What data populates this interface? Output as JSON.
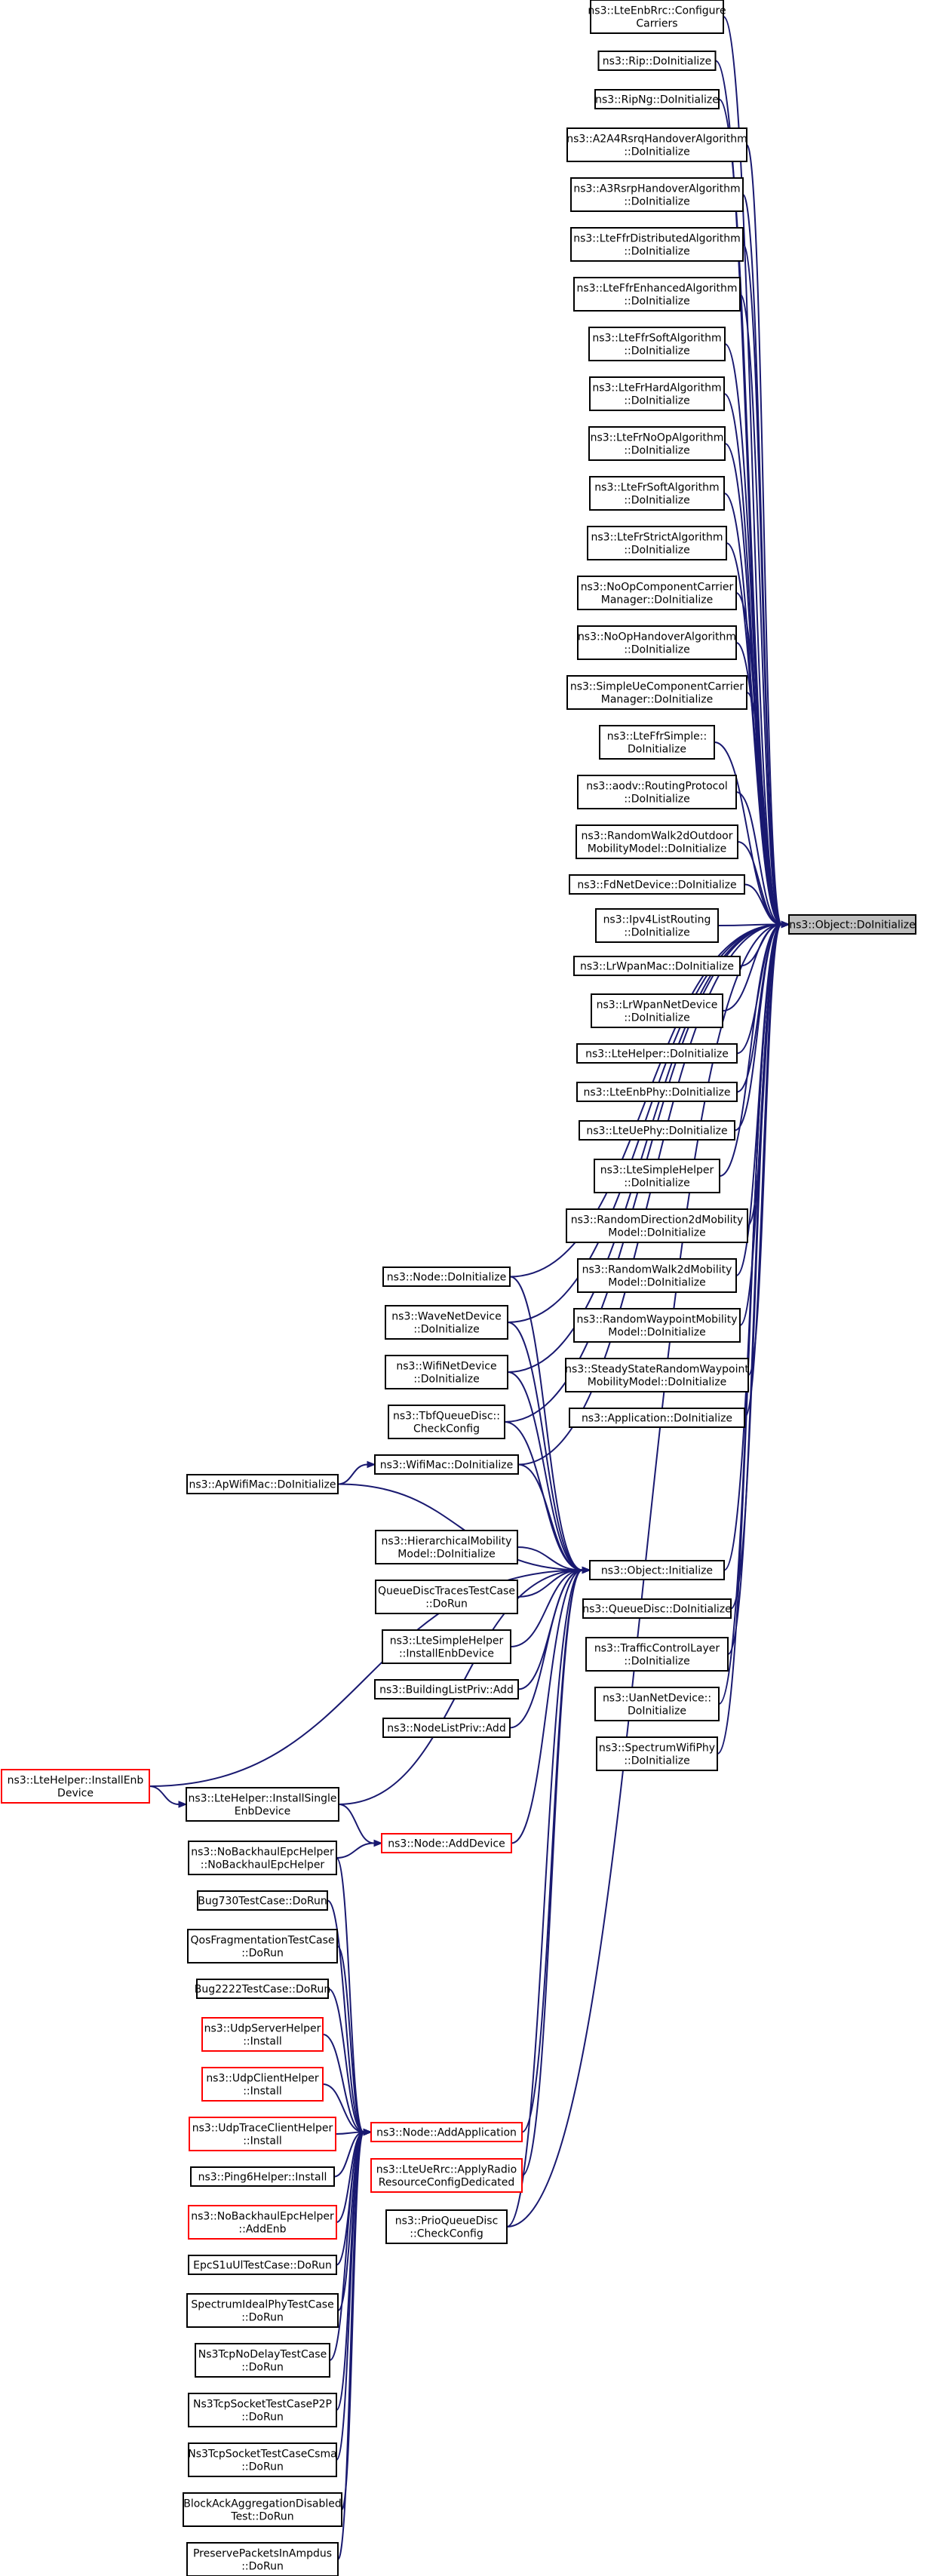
{
  "colors": {
    "edge": "#191970",
    "node_border": "#000000",
    "node_border_incomplete": "#ff0000",
    "node_fill": "#ffffff",
    "focus_fill": "#bfbfbf",
    "text": "#000000"
  },
  "nodes": [
    {
      "id": "n0",
      "lines": [
        "ns3::Object::DoInitialize"
      ],
      "style": "focus"
    },
    {
      "id": "n1",
      "lines": [
        "ns3::LteEnbRrc::Configure",
        "Carriers"
      ]
    },
    {
      "id": "n2",
      "lines": [
        "ns3::Rip::DoInitialize"
      ]
    },
    {
      "id": "n3",
      "lines": [
        "ns3::RipNg::DoInitialize"
      ]
    },
    {
      "id": "n4",
      "lines": [
        "ns3::A2A4RsrqHandoverAlgorithm",
        "::DoInitialize"
      ]
    },
    {
      "id": "n5",
      "lines": [
        "ns3::A3RsrpHandoverAlgorithm",
        "::DoInitialize"
      ]
    },
    {
      "id": "n6",
      "lines": [
        "ns3::LteFfrDistributedAlgorithm",
        "::DoInitialize"
      ]
    },
    {
      "id": "n7",
      "lines": [
        "ns3::LteFfrEnhancedAlgorithm",
        "::DoInitialize"
      ]
    },
    {
      "id": "n8",
      "lines": [
        "ns3::LteFfrSoftAlgorithm",
        "::DoInitialize"
      ]
    },
    {
      "id": "n9",
      "lines": [
        "ns3::LteFrHardAlgorithm",
        "::DoInitialize"
      ]
    },
    {
      "id": "n10",
      "lines": [
        "ns3::LteFrNoOpAlgorithm",
        "::DoInitialize"
      ]
    },
    {
      "id": "n11",
      "lines": [
        "ns3::LteFrSoftAlgorithm",
        "::DoInitialize"
      ]
    },
    {
      "id": "n12",
      "lines": [
        "ns3::LteFrStrictAlgorithm",
        "::DoInitialize"
      ]
    },
    {
      "id": "n13",
      "lines": [
        "ns3::NoOpComponentCarrier",
        "Manager::DoInitialize"
      ]
    },
    {
      "id": "n14",
      "lines": [
        "ns3::NoOpHandoverAlgorithm",
        "::DoInitialize"
      ]
    },
    {
      "id": "n15",
      "lines": [
        "ns3::SimpleUeComponentCarrier",
        "Manager::DoInitialize"
      ]
    },
    {
      "id": "n16",
      "lines": [
        "ns3::LteFfrSimple::",
        "DoInitialize"
      ]
    },
    {
      "id": "n17",
      "lines": [
        "ns3::aodv::RoutingProtocol",
        "::DoInitialize"
      ]
    },
    {
      "id": "n18",
      "lines": [
        "ns3::RandomWalk2dOutdoor",
        "MobilityModel::DoInitialize"
      ]
    },
    {
      "id": "n19",
      "lines": [
        "ns3::FdNetDevice::DoInitialize"
      ]
    },
    {
      "id": "n20",
      "lines": [
        "ns3::Ipv4ListRouting",
        "::DoInitialize"
      ]
    },
    {
      "id": "n21",
      "lines": [
        "ns3::LrWpanMac::DoInitialize"
      ]
    },
    {
      "id": "n22",
      "lines": [
        "ns3::LrWpanNetDevice",
        "::DoInitialize"
      ]
    },
    {
      "id": "n23",
      "lines": [
        "ns3::LteHelper::DoInitialize"
      ]
    },
    {
      "id": "n24",
      "lines": [
        "ns3::LteEnbPhy::DoInitialize"
      ]
    },
    {
      "id": "n25",
      "lines": [
        "ns3::LteUePhy::DoInitialize"
      ]
    },
    {
      "id": "n26",
      "lines": [
        "ns3::LteSimpleHelper",
        "::DoInitialize"
      ]
    },
    {
      "id": "n27",
      "lines": [
        "ns3::RandomDirection2dMobility",
        "Model::DoInitialize"
      ]
    },
    {
      "id": "n28",
      "lines": [
        "ns3::RandomWalk2dMobility",
        "Model::DoInitialize"
      ]
    },
    {
      "id": "n29",
      "lines": [
        "ns3::RandomWaypointMobility",
        "Model::DoInitialize"
      ]
    },
    {
      "id": "n30",
      "lines": [
        "ns3::SteadyStateRandomWaypoint",
        "MobilityModel::DoInitialize"
      ]
    },
    {
      "id": "n31",
      "lines": [
        "ns3::Application::DoInitialize"
      ]
    },
    {
      "id": "n32",
      "lines": [
        "ns3::Object::Initialize"
      ]
    },
    {
      "id": "n33",
      "lines": [
        "ns3::QueueDisc::DoInitialize"
      ]
    },
    {
      "id": "n34",
      "lines": [
        "ns3::TrafficControlLayer",
        "::DoInitialize"
      ]
    },
    {
      "id": "n35",
      "lines": [
        "ns3::UanNetDevice::",
        "DoInitialize"
      ]
    },
    {
      "id": "n36",
      "lines": [
        "ns3::SpectrumWifiPhy",
        "::DoInitialize"
      ]
    },
    {
      "id": "n37",
      "lines": [
        "ns3::Node::DoInitialize"
      ]
    },
    {
      "id": "n38",
      "lines": [
        "ns3::WaveNetDevice",
        "::DoInitialize"
      ]
    },
    {
      "id": "n39",
      "lines": [
        "ns3::WifiNetDevice",
        "::DoInitialize"
      ]
    },
    {
      "id": "n40",
      "lines": [
        "ns3::TbfQueueDisc::",
        "CheckConfig"
      ]
    },
    {
      "id": "n41",
      "lines": [
        "ns3::WifiMac::DoInitialize"
      ]
    },
    {
      "id": "n42",
      "lines": [
        "ns3::ApWifiMac::DoInitialize"
      ]
    },
    {
      "id": "n43",
      "lines": [
        "ns3::HierarchicalMobility",
        "Model::DoInitialize"
      ]
    },
    {
      "id": "n44",
      "lines": [
        "QueueDiscTracesTestCase",
        "::DoRun"
      ]
    },
    {
      "id": "n45",
      "lines": [
        "ns3::LteSimpleHelper",
        "::InstallEnbDevice"
      ]
    },
    {
      "id": "n46",
      "lines": [
        "ns3::BuildingListPriv::Add"
      ]
    },
    {
      "id": "n47",
      "lines": [
        "ns3::NodeListPriv::Add"
      ]
    },
    {
      "id": "n48",
      "lines": [
        "ns3::LteHelper::InstallEnb",
        "Device"
      ],
      "style": "incomplete"
    },
    {
      "id": "n49",
      "lines": [
        "ns3::LteHelper::InstallSingle",
        "EnbDevice"
      ]
    },
    {
      "id": "n50",
      "lines": [
        "ns3::Node::AddDevice"
      ],
      "style": "incomplete"
    },
    {
      "id": "n51",
      "lines": [
        "ns3::NoBackhaulEpcHelper",
        "::NoBackhaulEpcHelper"
      ]
    },
    {
      "id": "n52",
      "lines": [
        "Bug730TestCase::DoRun"
      ]
    },
    {
      "id": "n53",
      "lines": [
        "QosFragmentationTestCase",
        "::DoRun"
      ]
    },
    {
      "id": "n54",
      "lines": [
        "Bug2222TestCase::DoRun"
      ]
    },
    {
      "id": "n55",
      "lines": [
        "ns3::UdpServerHelper",
        "::Install"
      ],
      "style": "incomplete"
    },
    {
      "id": "n56",
      "lines": [
        "ns3::UdpClientHelper",
        "::Install"
      ],
      "style": "incomplete"
    },
    {
      "id": "n57",
      "lines": [
        "ns3::UdpTraceClientHelper",
        "::Install"
      ],
      "style": "incomplete"
    },
    {
      "id": "n58",
      "lines": [
        "ns3::Node::AddApplication"
      ],
      "style": "incomplete"
    },
    {
      "id": "n59",
      "lines": [
        "ns3::Ping6Helper::Install"
      ]
    },
    {
      "id": "n60",
      "lines": [
        "ns3::LteUeRrc::ApplyRadio",
        "ResourceConfigDedicated"
      ],
      "style": "incomplete"
    },
    {
      "id": "n61",
      "lines": [
        "ns3::NoBackhaulEpcHelper",
        "::AddEnb"
      ],
      "style": "incomplete"
    },
    {
      "id": "n62",
      "lines": [
        "ns3::PrioQueueDisc",
        "::CheckConfig"
      ]
    },
    {
      "id": "n63",
      "lines": [
        "EpcS1uUlTestCase::DoRun"
      ]
    },
    {
      "id": "n64",
      "lines": [
        "SpectrumIdealPhyTestCase",
        "::DoRun"
      ]
    },
    {
      "id": "n65",
      "lines": [
        "Ns3TcpNoDelayTestCase",
        "::DoRun"
      ]
    },
    {
      "id": "n66",
      "lines": [
        "Ns3TcpSocketTestCaseP2P",
        "::DoRun"
      ]
    },
    {
      "id": "n67",
      "lines": [
        "Ns3TcpSocketTestCaseCsma",
        "::DoRun"
      ]
    },
    {
      "id": "n68",
      "lines": [
        "BlockAckAggregationDisabled",
        "Test::DoRun"
      ]
    },
    {
      "id": "n69",
      "lines": [
        "PreservePacketsInAmpdus",
        "::DoRun"
      ]
    }
  ],
  "edges": [
    [
      "n1",
      "n0"
    ],
    [
      "n2",
      "n0"
    ],
    [
      "n3",
      "n0"
    ],
    [
      "n4",
      "n0"
    ],
    [
      "n5",
      "n0"
    ],
    [
      "n6",
      "n0"
    ],
    [
      "n7",
      "n0"
    ],
    [
      "n8",
      "n0"
    ],
    [
      "n9",
      "n0"
    ],
    [
      "n10",
      "n0"
    ],
    [
      "n11",
      "n0"
    ],
    [
      "n12",
      "n0"
    ],
    [
      "n13",
      "n0"
    ],
    [
      "n14",
      "n0"
    ],
    [
      "n15",
      "n0"
    ],
    [
      "n16",
      "n0"
    ],
    [
      "n17",
      "n0"
    ],
    [
      "n18",
      "n0"
    ],
    [
      "n19",
      "n0"
    ],
    [
      "n20",
      "n0"
    ],
    [
      "n21",
      "n0"
    ],
    [
      "n22",
      "n0"
    ],
    [
      "n23",
      "n0"
    ],
    [
      "n24",
      "n0"
    ],
    [
      "n25",
      "n0"
    ],
    [
      "n26",
      "n0"
    ],
    [
      "n27",
      "n0"
    ],
    [
      "n28",
      "n0"
    ],
    [
      "n29",
      "n0"
    ],
    [
      "n30",
      "n0"
    ],
    [
      "n31",
      "n0"
    ],
    [
      "n32",
      "n0"
    ],
    [
      "n33",
      "n0"
    ],
    [
      "n34",
      "n0"
    ],
    [
      "n35",
      "n0"
    ],
    [
      "n36",
      "n0"
    ],
    [
      "n37",
      "n0"
    ],
    [
      "n38",
      "n0"
    ],
    [
      "n39",
      "n0"
    ],
    [
      "n40",
      "n0"
    ],
    [
      "n41",
      "n0"
    ],
    [
      "n62",
      "n0"
    ],
    [
      "n37",
      "n32"
    ],
    [
      "n38",
      "n32"
    ],
    [
      "n39",
      "n32"
    ],
    [
      "n40",
      "n32"
    ],
    [
      "n41",
      "n32"
    ],
    [
      "n42",
      "n32"
    ],
    [
      "n43",
      "n32"
    ],
    [
      "n44",
      "n32"
    ],
    [
      "n45",
      "n32"
    ],
    [
      "n46",
      "n32"
    ],
    [
      "n47",
      "n32"
    ],
    [
      "n48",
      "n32"
    ],
    [
      "n49",
      "n32"
    ],
    [
      "n50",
      "n32"
    ],
    [
      "n58",
      "n32"
    ],
    [
      "n60",
      "n32"
    ],
    [
      "n62",
      "n32"
    ],
    [
      "n42",
      "n41"
    ],
    [
      "n48",
      "n49"
    ],
    [
      "n49",
      "n50"
    ],
    [
      "n51",
      "n50"
    ],
    [
      "n51",
      "n58"
    ],
    [
      "n52",
      "n58"
    ],
    [
      "n53",
      "n58"
    ],
    [
      "n54",
      "n58"
    ],
    [
      "n55",
      "n58"
    ],
    [
      "n56",
      "n58"
    ],
    [
      "n57",
      "n58"
    ],
    [
      "n59",
      "n58"
    ],
    [
      "n61",
      "n58"
    ],
    [
      "n63",
      "n58"
    ],
    [
      "n64",
      "n58"
    ],
    [
      "n65",
      "n58"
    ],
    [
      "n66",
      "n58"
    ],
    [
      "n67",
      "n58"
    ],
    [
      "n68",
      "n58"
    ],
    [
      "n69",
      "n58"
    ]
  ]
}
